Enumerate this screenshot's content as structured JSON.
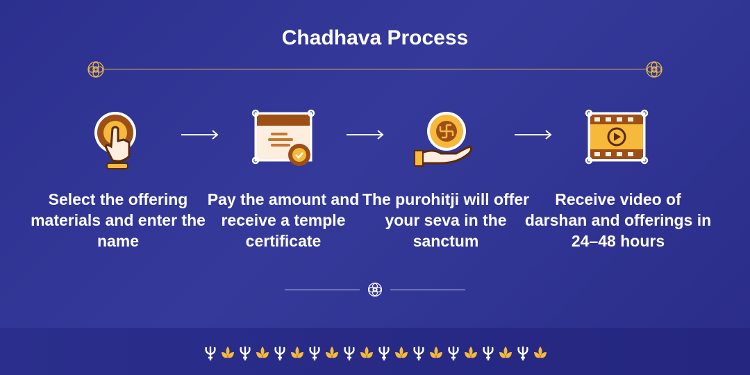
{
  "title": "Chadhava Process",
  "colors": {
    "background": "#2f3391",
    "accent": "#f6b93b",
    "brown": "#9c4f17",
    "cream": "#fdeee0"
  },
  "steps": [
    {
      "icon": "tap-hand-icon",
      "text": "Select the offering materials and enter the name"
    },
    {
      "icon": "certificate-icon",
      "text": "Pay the amount and receive a temple certificate"
    },
    {
      "icon": "swastik-offering-icon",
      "text": "The purohitji will offer your seva in the sanctum"
    },
    {
      "icon": "video-icon",
      "text": "Receive video of darshan and offerings in 24–48 hours"
    }
  ],
  "border_pattern": [
    "trishul-icon",
    "lotus-icon"
  ]
}
